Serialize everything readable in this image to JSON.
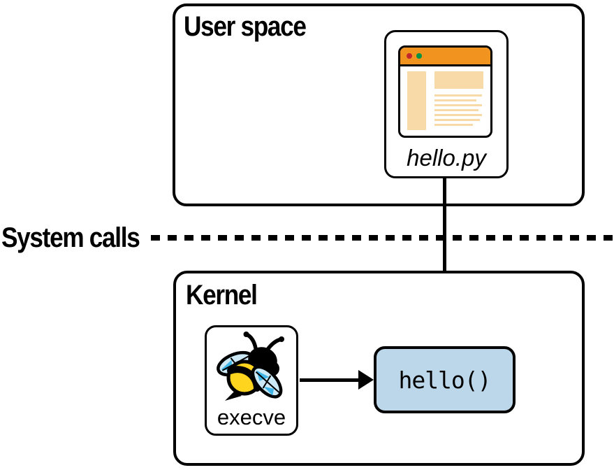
{
  "diagram": {
    "user_space": {
      "label": "User space"
    },
    "hello_py": {
      "label": "hello.py"
    },
    "system_calls": {
      "label": "System calls"
    },
    "kernel": {
      "label": "Kernel"
    },
    "execve": {
      "label": "execve"
    },
    "hello_fn": {
      "label": "hello()"
    }
  },
  "icons": {
    "browser_window": "browser-window-icon",
    "bee": "ebpf-bee-icon",
    "down_arrow": "arrow-down",
    "right_arrow": "arrow-right"
  },
  "colors": {
    "line_black": "#000000",
    "orange_titlebar": "#F0931F",
    "peach_content": "#F8D9A8",
    "red_dot": "#C1272D",
    "green_dot": "#009245",
    "blue_box": "#BDD7EA",
    "bee_yellow": "#FFD41F",
    "wing_blue": "#CDE9F6",
    "wing_accent": "#3FB5E8"
  }
}
